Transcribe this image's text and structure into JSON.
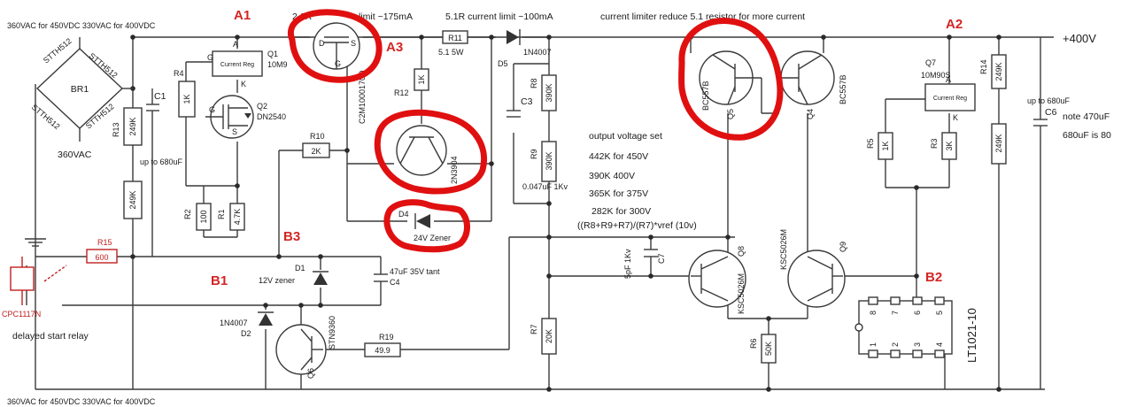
{
  "top_notes": {
    "left": "360VAC for 450VDC 330VAC for 400VDC",
    "limit_a": "2.6R",
    "limit_b": "limit ~175mA",
    "limit_c": "5.1R current limit ~100mA",
    "limit_d": "current limiter reduce 5.1 resistor for more current"
  },
  "bottom_note": "360VAC for 450VDC 330VAC for 400VDC",
  "labels": {
    "A1": "A1",
    "A2": "A2",
    "A3": "A3",
    "B1": "B1",
    "B2": "B2",
    "B3": "B3"
  },
  "rail": "+400V",
  "bridge": {
    "name": "BR1",
    "diodes": [
      "STTH512",
      "STTH512",
      "STTH512",
      "STTH512"
    ],
    "input": "360VAC"
  },
  "resistors": {
    "R4": {
      "ref": "R4",
      "value": "1K"
    },
    "R13": {
      "ref": "R13",
      "value": "249K"
    },
    "R13b": {
      "value": "249K"
    },
    "R2": {
      "ref": "R2",
      "value": "100"
    },
    "R1": {
      "ref": "R1",
      "value": "4.7K"
    },
    "R10": {
      "ref": "R10",
      "value": "2K"
    },
    "R11": {
      "ref": "R11",
      "value": "5.1 5W"
    },
    "R12": {
      "ref": "R12",
      "value": "1K"
    },
    "R8": {
      "ref": "R8",
      "value": "390K"
    },
    "R9": {
      "ref": "R9",
      "value": "390K"
    },
    "R15": {
      "ref": "R15",
      "value": "600"
    },
    "R19": {
      "ref": "R19",
      "value": "49.9"
    },
    "R7": {
      "ref": "R7",
      "value": "20K"
    },
    "R6": {
      "ref": "R6",
      "value": "50K"
    },
    "R5": {
      "ref": "R5",
      "value": "1K"
    },
    "R3": {
      "ref": "R3",
      "value": "3K"
    },
    "R14": {
      "ref": "R14",
      "value": "249K"
    },
    "R14b": {
      "value": "249K"
    }
  },
  "caps": {
    "C1": {
      "ref": "C1",
      "value": "up to 680uF"
    },
    "C3": {
      "ref": "C3",
      "value": "0.047uF 1Kv"
    },
    "C4": {
      "ref": "C4",
      "value": "47uF 35V tant"
    },
    "C7": {
      "ref": "C7",
      "value": "5pF 1Kv"
    },
    "C6": {
      "ref": "C6",
      "value": "up to 680uF",
      "note1": "note 470uF",
      "note2": "680uF is 80"
    }
  },
  "semis": {
    "Q1": {
      "ref": "Q1",
      "part": "10M9",
      "box": "Current Reg"
    },
    "Q2": {
      "ref": "Q2",
      "part": "DN2540"
    },
    "Q3": {
      "part": "C2M1000170D"
    },
    "D5": {
      "ref": "D5",
      "part": "1N4007"
    },
    "Q_2N3904": {
      "part": "2N3904"
    },
    "D4": {
      "ref": "D4",
      "part": "24V Zener"
    },
    "Q5": {
      "ref": "Q5",
      "part": "BC557B"
    },
    "Q4": {
      "ref": "Q4",
      "part": "BC557B"
    },
    "Q7": {
      "ref": "Q7",
      "part": "10M90S",
      "box": "Current Reg"
    },
    "D1": {
      "ref": "D1",
      "part": "12V zener"
    },
    "D2": {
      "ref": "D2",
      "part": "1N4007"
    },
    "Q6": {
      "ref": "Q6",
      "part": "STN9360"
    },
    "Q8": {
      "ref": "Q8",
      "part": "KSC5026M"
    },
    "Q9": {
      "ref": "Q9",
      "part": "KSC5026M"
    },
    "U1": {
      "part": "LT1021-10",
      "pins_top": [
        "8",
        "7",
        "6",
        "5"
      ],
      "pins_bottom": [
        "1",
        "2",
        "3",
        "4"
      ]
    }
  },
  "relay": {
    "part": "CPC1117N",
    "caption": "delayed start relay"
  },
  "voltage_set": {
    "title": "output voltage set",
    "rows": [
      "442K for 450V",
      "390K 400V",
      "365K for 375V",
      "282K for 300V"
    ],
    "formula": "((R8+R9+R7)/(R7)*vref (10v)"
  },
  "pin_letters": {
    "A": "A",
    "K": "K",
    "G": "G",
    "S": "S",
    "D": "D"
  }
}
